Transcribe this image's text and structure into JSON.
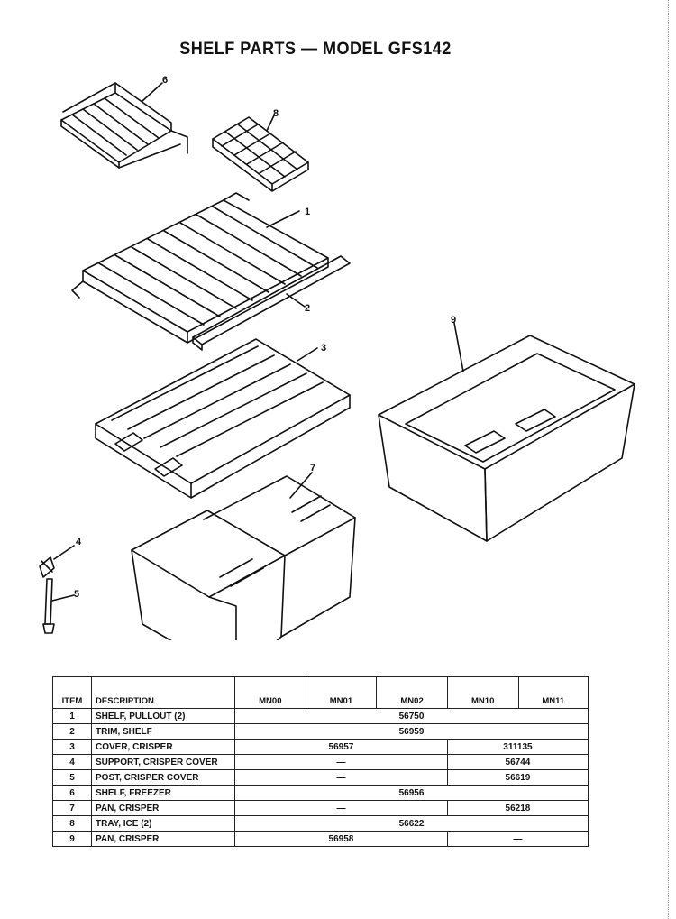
{
  "title": "SHELF PARTS — MODEL GFS142",
  "callouts": [
    "1",
    "2",
    "3",
    "4",
    "5",
    "6",
    "7",
    "8",
    "9"
  ],
  "table": {
    "headers": [
      "ITEM",
      "DESCRIPTION",
      "MN00",
      "MN01",
      "MN02",
      "MN10",
      "MN11"
    ],
    "rows": [
      {
        "item": "1",
        "desc": "SHELF, PULLOUT (2)",
        "cells": [
          {
            "span": 5,
            "v": "56750"
          }
        ]
      },
      {
        "item": "2",
        "desc": "TRIM, SHELF",
        "cells": [
          {
            "span": 5,
            "v": "56959"
          }
        ]
      },
      {
        "item": "3",
        "desc": "COVER, CRISPER",
        "cells": [
          {
            "span": 3,
            "v": "56957"
          },
          {
            "span": 2,
            "v": "311135"
          }
        ]
      },
      {
        "item": "4",
        "desc": "SUPPORT, CRISPER COVER",
        "cells": [
          {
            "span": 3,
            "v": "—"
          },
          {
            "span": 2,
            "v": "56744"
          }
        ]
      },
      {
        "item": "5",
        "desc": "POST, CRISPER COVER",
        "cells": [
          {
            "span": 3,
            "v": "—"
          },
          {
            "span": 2,
            "v": "56619"
          }
        ]
      },
      {
        "item": "6",
        "desc": "SHELF, FREEZER",
        "cells": [
          {
            "span": 5,
            "v": "56956"
          }
        ]
      },
      {
        "item": "7",
        "desc": "PAN, CRISPER",
        "cells": [
          {
            "span": 3,
            "v": "—"
          },
          {
            "span": 2,
            "v": "56218"
          }
        ]
      },
      {
        "item": "8",
        "desc": "TRAY, ICE (2)",
        "cells": [
          {
            "span": 5,
            "v": "56622"
          }
        ]
      },
      {
        "item": "9",
        "desc": "PAN, CRISPER",
        "cells": [
          {
            "span": 3,
            "v": "56958"
          },
          {
            "span": 2,
            "v": "—"
          }
        ]
      }
    ]
  }
}
